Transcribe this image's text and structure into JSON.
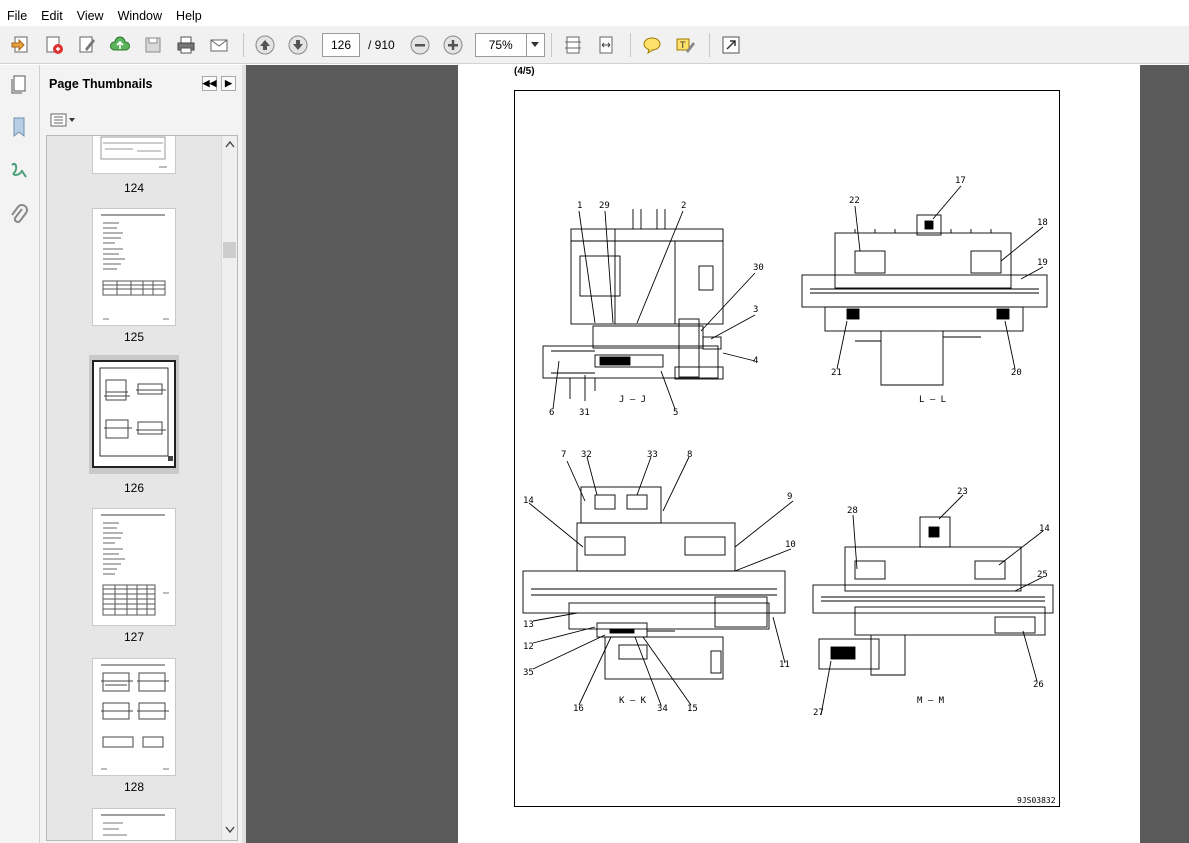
{
  "menu": [
    "File",
    "Edit",
    "View",
    "Window",
    "Help"
  ],
  "toolbar": {
    "current_page": "126",
    "page_total": "/ 910",
    "zoom": "75%"
  },
  "panel": {
    "title": "Page Thumbnails",
    "thumbnails": [
      {
        "label": "124"
      },
      {
        "label": "125"
      },
      {
        "label": "126"
      },
      {
        "label": "127"
      },
      {
        "label": "128"
      }
    ]
  },
  "document": {
    "header": "(4/5)",
    "figure_id": "9JS03832",
    "views": [
      "J – J",
      "L – L",
      "K – K",
      "M – M"
    ],
    "callouts_jj": [
      "1",
      "29",
      "2",
      "30",
      "3",
      "4",
      "5",
      "31",
      "6"
    ],
    "callouts_ll": [
      "17",
      "22",
      "18",
      "19",
      "20",
      "21"
    ],
    "callouts_kk": [
      "7",
      "32",
      "33",
      "8",
      "9",
      "10",
      "14",
      "13",
      "12",
      "35",
      "16",
      "34",
      "15",
      "11"
    ],
    "callouts_mm": [
      "23",
      "28",
      "14",
      "25",
      "26",
      "27"
    ]
  }
}
